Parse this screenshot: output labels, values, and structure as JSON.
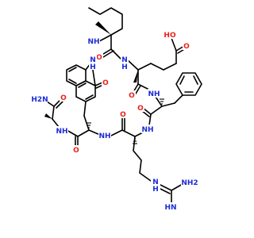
{
  "colors": {
    "bond": "#000000",
    "nitrogen": "#1c2bd6",
    "oxygen": "#e8221a",
    "background": "#ffffff"
  },
  "atoms": {
    "n_nle_nh": "NH",
    "n_nle_amide": "N",
    "h_nle_amide": "H",
    "o_nle_carbonyl": "O",
    "o_acid_carbonyl": "O",
    "o_acid_hydroxyl": "HO",
    "o_glu_carbonyl": "O",
    "n_glu_phe": "NH",
    "o_phe_carbonyl": "O",
    "n_phe_arg": "NH",
    "n_arg_trp": "NH",
    "o_arg_carbonyl": "O",
    "n_trp_asn": "NH",
    "o_trp_carbonyl": "O",
    "n_asn_amide": "H2N",
    "o_asn_amide": "O",
    "o_trp_ring": "O",
    "n_trp_indole": "N",
    "h_trp_indole": "H",
    "n_gua_imine": "N",
    "h_gua_imine": "H",
    "n_gua_nh": "HN",
    "n_gua_nh2": "NH2"
  }
}
